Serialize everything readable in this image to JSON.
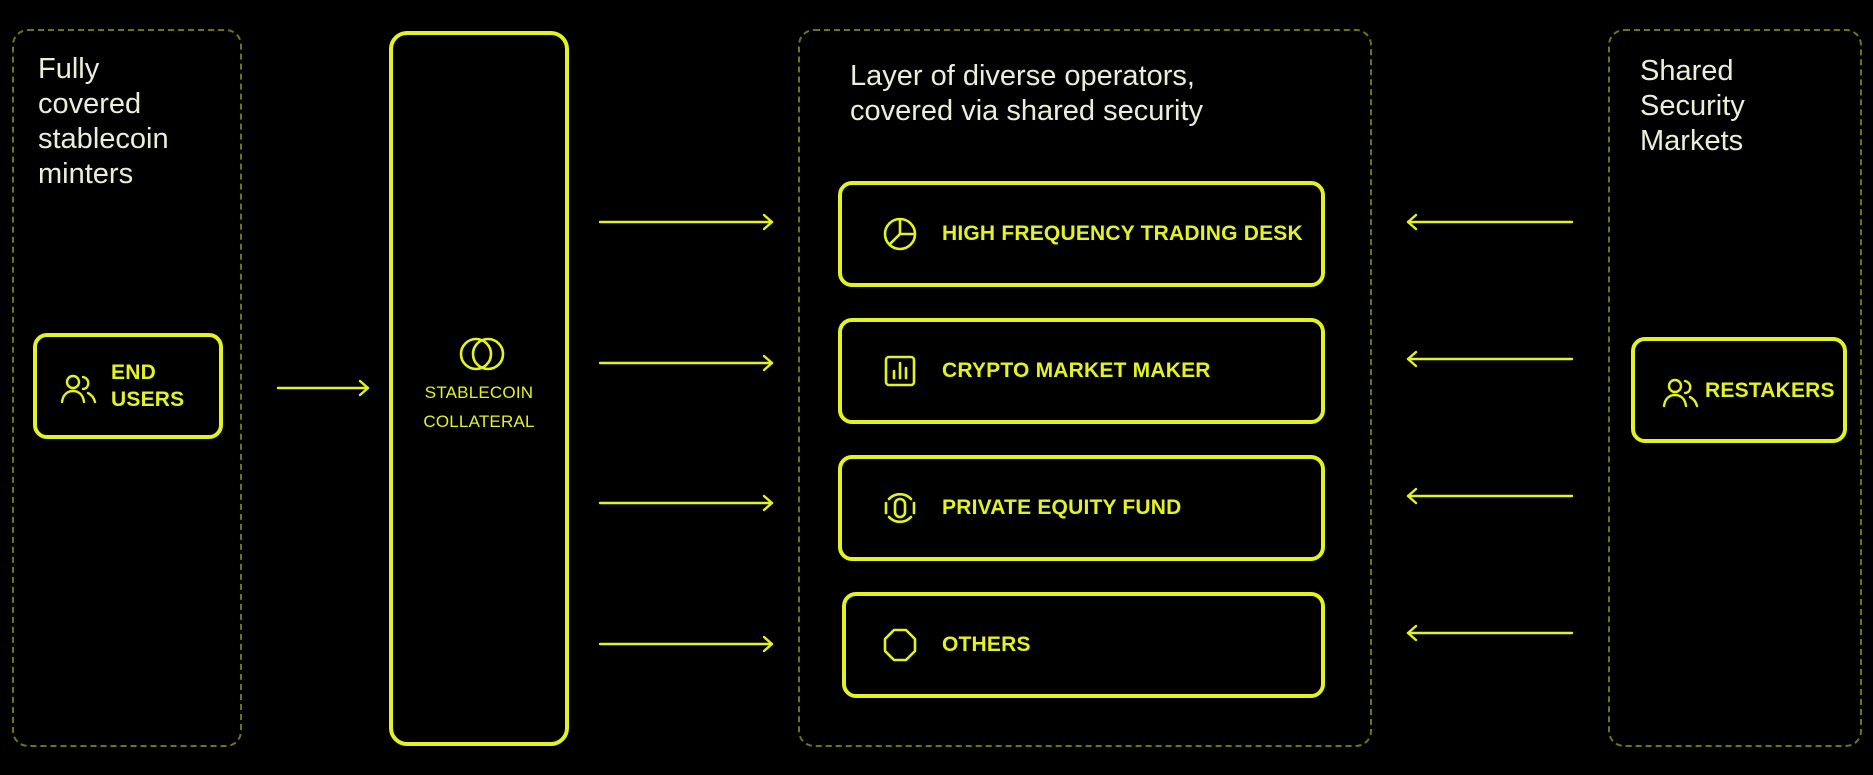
{
  "colors": {
    "accent": "#e3f222",
    "dash": "#6e7419",
    "text": "#ecefd6",
    "background": "#000000"
  },
  "left_panel": {
    "title": "Fully\ncovered\nstablecoin\nminters",
    "node": {
      "label": "END\nUSERS",
      "icon": "users-icon"
    }
  },
  "collateral": {
    "label": "STABLECOIN\nCOLLATERAL",
    "icon": "stablecoin-rings-icon"
  },
  "operators_panel": {
    "title": "Layer of diverse operators,\ncovered via shared security",
    "items": [
      {
        "label": "HIGH FREQUENCY TRADING DESK",
        "icon": "pie-chart-icon"
      },
      {
        "label": "CRYPTO MARKET MAKER",
        "icon": "bar-chart-icon"
      },
      {
        "label": "PRIVATE EQUITY FUND",
        "icon": "vault-icon"
      },
      {
        "label": "OTHERS",
        "icon": "octagon-icon"
      }
    ]
  },
  "right_panel": {
    "title": "Shared\nSecurity\nMarkets",
    "node": {
      "label": "RESTAKERS",
      "icon": "users-icon"
    }
  }
}
